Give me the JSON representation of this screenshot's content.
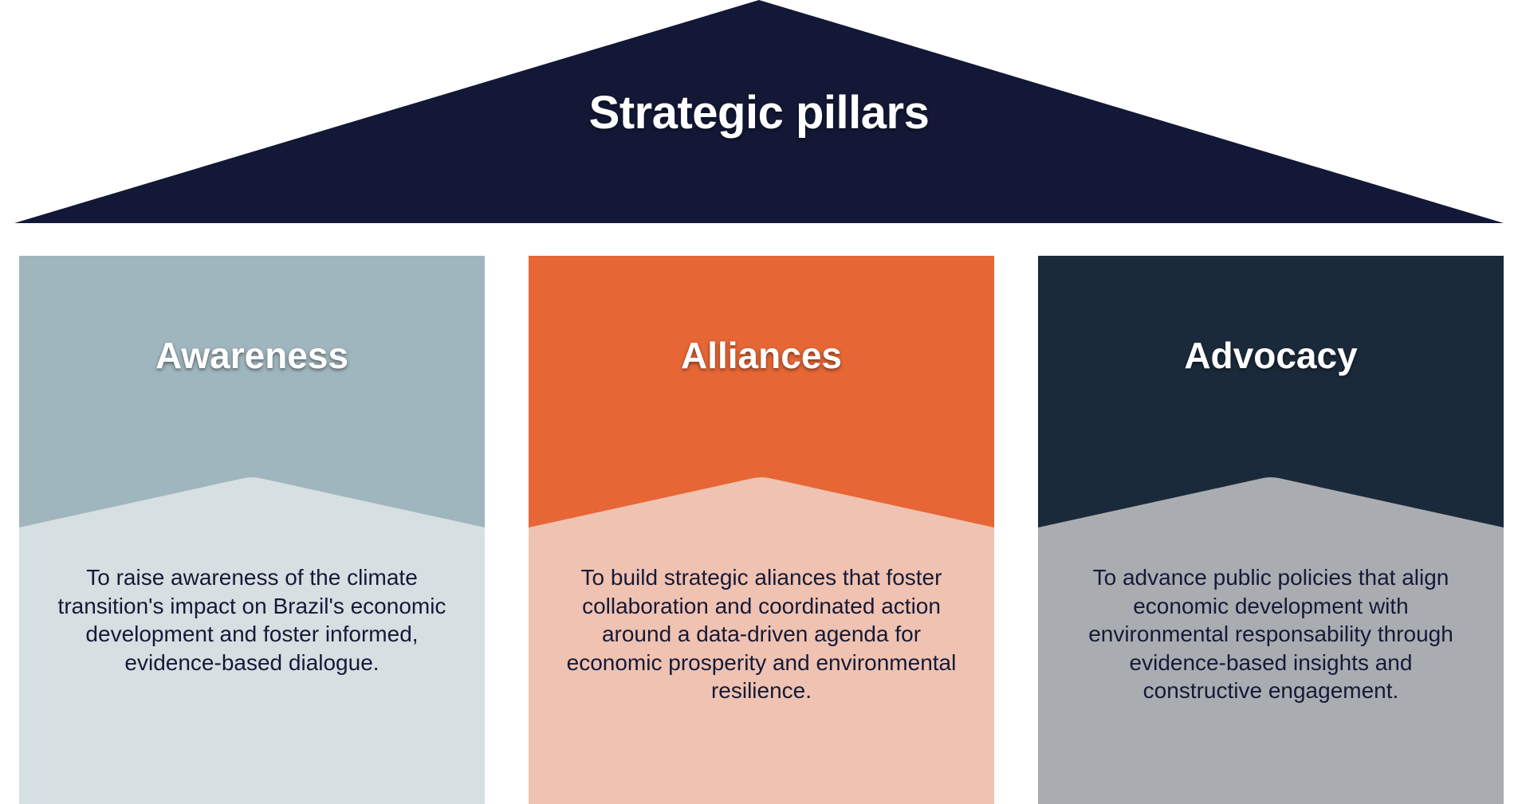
{
  "header": {
    "title": "Strategic pillars",
    "color": "#131836"
  },
  "pillars": [
    {
      "title": "Awareness",
      "description": "To raise awareness of the climate transition's impact on Brazil's economic development and foster informed, evidence-based dialogue.",
      "top_color": "#a0b6be",
      "bottom_color": "#d6dfe1"
    },
    {
      "title": "Alliances",
      "description": "To build strategic aliances that foster collaboration and coordinated action around a data-driven agenda for economic prosperity and environmental resilience.",
      "top_color": "#e66636",
      "bottom_color": "#f0c2b1"
    },
    {
      "title": "Advocacy",
      "description": "To advance public policies that align economic development with environmental responsability through evidence-based insights and constructive engagement.",
      "top_color": "#1b2a3a",
      "bottom_color": "#a9adb1"
    }
  ]
}
